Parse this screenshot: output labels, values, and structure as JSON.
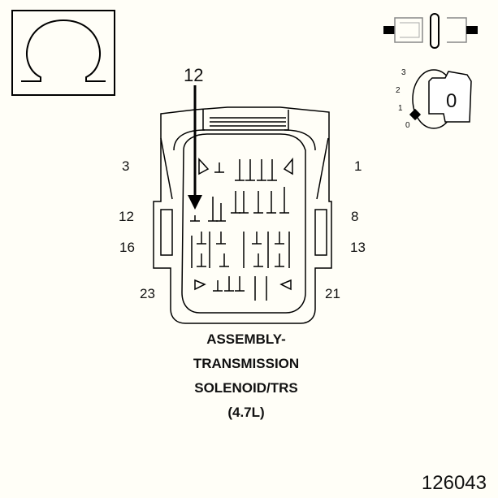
{
  "symbols": {
    "meter_icon": "ohm-icon",
    "connector_icon": "connector-disconnected-icon",
    "ignition_icon": "ignition-key-icon"
  },
  "ignition": {
    "positions": [
      "3",
      "2",
      "1",
      "0"
    ],
    "key_label": "0"
  },
  "callout": {
    "pin": "12"
  },
  "pin_labels": {
    "left_top": "3",
    "left_mid": "12",
    "left_low": "16",
    "left_bottom": "23",
    "right_top": "1",
    "right_mid": "8",
    "right_low": "13",
    "right_bottom": "21"
  },
  "title": {
    "line1": "ASSEMBLY-",
    "line2": "TRANSMISSION",
    "line3": "SOLENOID/TRS",
    "line4": "(4.7L)"
  },
  "figure_number": "126043"
}
